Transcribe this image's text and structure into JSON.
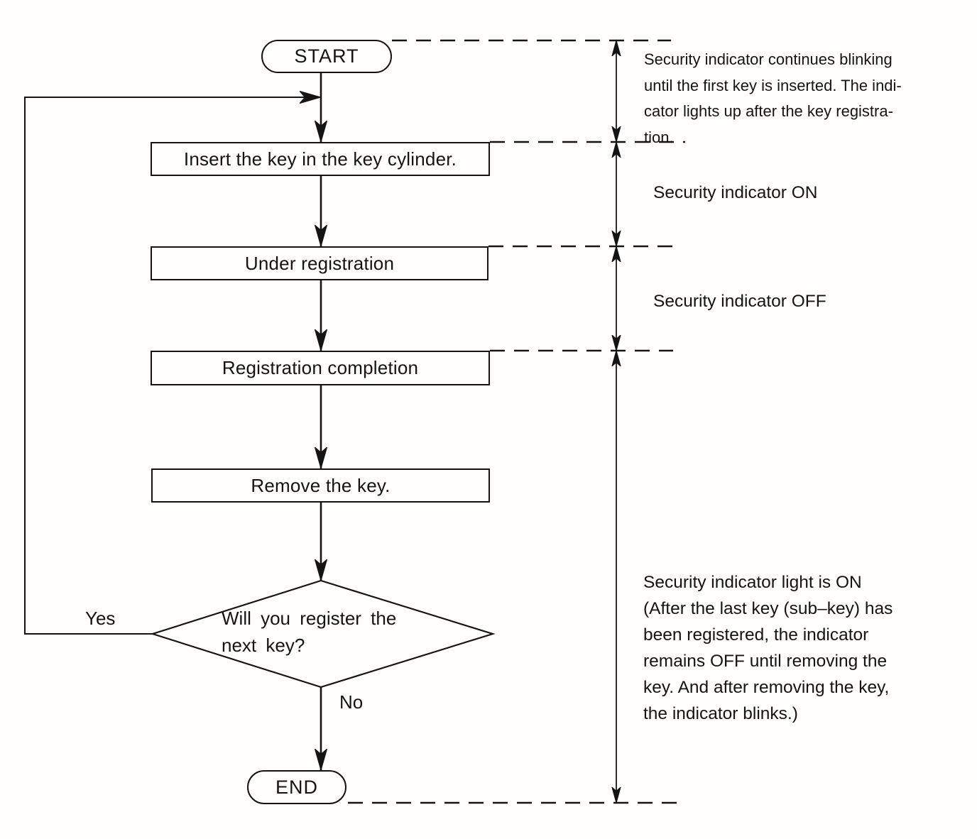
{
  "diagram": {
    "kind": "flowchart",
    "nodes": {
      "start": {
        "label": "START",
        "type": "terminator"
      },
      "insert_key": {
        "label": "Insert the key in the key cylinder.",
        "type": "process"
      },
      "under_registration": {
        "label": "Under registration",
        "type": "process"
      },
      "registration_completion": {
        "label": "Registration completion",
        "type": "process"
      },
      "remove_key": {
        "label": "Remove the key.",
        "type": "process"
      },
      "register_next_key": {
        "type": "decision",
        "label_line1": "Will you register the",
        "label_line2": "next key?"
      },
      "end": {
        "label": "END",
        "type": "terminator"
      }
    },
    "branches": {
      "yes_label": "Yes",
      "no_label": "No"
    },
    "annotations": {
      "blinking_note_lines": [
        "Security indicator continues blinking",
        "until the first key is inserted. The indi-",
        "cator lights up after the key registra-",
        "tion."
      ],
      "indicator_on": "Security indicator ON",
      "indicator_off": "Security indicator OFF",
      "light_on_note_lines": [
        "Security indicator light is ON",
        "(After the last key (sub–key) has",
        "been registered, the indicator",
        "remains OFF until removing the",
        "key. And after removing the key,",
        "the indicator blinks.)"
      ]
    },
    "colors": {
      "ink": "#141414",
      "paper": "#fffefd"
    }
  }
}
